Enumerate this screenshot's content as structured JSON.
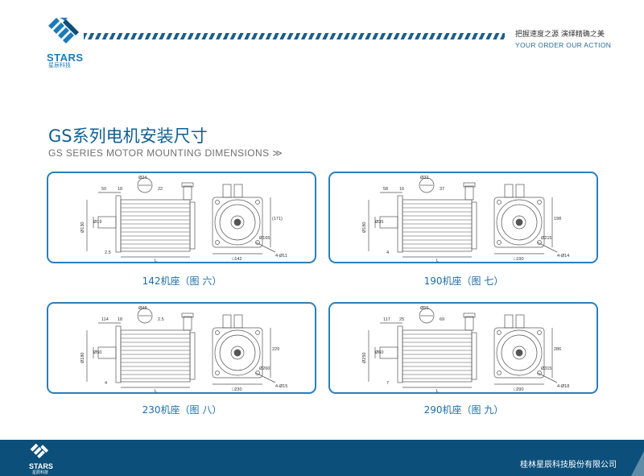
{
  "brand": {
    "name": "STARS",
    "name_cn": "星辰科技"
  },
  "tagline": {
    "cn": "把握速度之源   演绎精确之美",
    "en": "YOUR ORDER   OUR ACTION"
  },
  "title": {
    "cn": "GS系列电机安装尺寸",
    "en": "GS SERIES MOTOR MOUNTING DIMENSIONS ≫"
  },
  "drawings": [
    {
      "caption": "142机座（图 六）",
      "labels": {
        "shaft_dia": "Ø24",
        "d1": "50",
        "d2": "18",
        "d3": "22",
        "dim_a": "Ø130",
        "dim_b": "Ø19",
        "dim_c": "2.5",
        "length": "L",
        "flange_h": "(171)",
        "pcd": "Ø165",
        "square": "□142",
        "holes": "4-Ø11"
      }
    },
    {
      "caption": "190机座（图 七）",
      "labels": {
        "shaft_dia": "Ø32",
        "d1": "58",
        "d2": "16",
        "d3": "37",
        "dim_a": "Ø180",
        "dim_b": "Ø35",
        "dim_c": "4",
        "length": "L",
        "flange_h": "198",
        "pcd": "Ø215",
        "square": "□190",
        "holes": "4-Ø14"
      }
    },
    {
      "caption": "230机座（图 八）",
      "labels": {
        "shaft_dia": "Ø48",
        "d1": "114",
        "d2": "18",
        "d3": "2.5",
        "dim_a": "Ø180",
        "dim_b": "Ø50",
        "dim_c": "4",
        "length": "L",
        "flange_h": "229",
        "pcd": "Ø260",
        "square": "□230",
        "holes": "4-Ø15"
      }
    },
    {
      "caption": "290机座（图 九）",
      "labels": {
        "shaft_dia": "Ø55",
        "d1": "117",
        "d2": "25",
        "d3": "69",
        "dim_a": "Ø250",
        "dim_b": "Ø60",
        "dim_c": "7",
        "length": "L",
        "flange_h": "286",
        "pcd": "Ø315",
        "square": "□290",
        "holes": "4-Ø18"
      }
    }
  ],
  "footer": {
    "company": "桂林星辰科技股份有限公司"
  }
}
